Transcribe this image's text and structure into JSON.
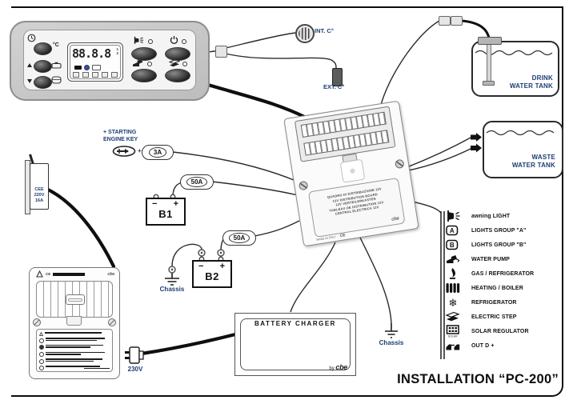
{
  "title": "INSTALLATION “PC-200”",
  "panel": {
    "display": "88.8.8",
    "sup1": "1",
    "sup2": "2",
    "temp_unit": "°C"
  },
  "sensors": {
    "internal": "INT. C°",
    "external": "EXT. C°"
  },
  "tanks": {
    "drink_line1": "DRINK",
    "drink_line2": "WATER TANK",
    "waste_line1": "WASTE",
    "waste_line2": "WATER TANK"
  },
  "engine": {
    "line1": "+ STARTING",
    "line2": "ENGINE KEY",
    "plus": "+"
  },
  "fuses": {
    "engine": "3A",
    "b1": "50A",
    "b2": "50A"
  },
  "batteries": {
    "b1": "B1",
    "b2": "B2",
    "minus": "−",
    "plus": "+"
  },
  "grounds": {
    "chassis_b2": "Chassis",
    "chassis_dist": "Chassis"
  },
  "mains": {
    "socket_line1": "CEE",
    "socket_line2": "220V",
    "socket_line3": "16A",
    "plug": "230V"
  },
  "charger": {
    "title": "BATTERY CHARGER",
    "by": "by",
    "brand": "cbe"
  },
  "dist_box": {
    "lines": [
      "QUADRO DI DISTRIBUZIONE 12V",
      "12V DISTRIBUTION BOARD",
      "12V VERTEILERKASTEN",
      "TABLEAU DE DISTRIBUTION 12V",
      "CENTRAL ELECTRICA 12V"
    ],
    "brand": "cbe",
    "made_in": "MADE IN ITALY",
    "ce": "CE"
  },
  "left_unit": {
    "brand": "cbe",
    "ce": "CE"
  },
  "legend": {
    "items": [
      {
        "icon": "awning-light-icon",
        "label": "awning LIGHT"
      },
      {
        "icon": "lights-group-a-icon",
        "label": "LIGHTS GROUP \"A\"",
        "letter": "A"
      },
      {
        "icon": "lights-group-b-icon",
        "label": "LIGHTS GROUP \"B\"",
        "letter": "B"
      },
      {
        "icon": "water-pump-icon",
        "label": "WATER PUMP"
      },
      {
        "icon": "gas-flame-icon",
        "label": "GAS / REFRIGERATOR"
      },
      {
        "icon": "radiator-icon",
        "label": "HEATING / BOILER"
      },
      {
        "icon": "snowflake-icon",
        "label": "REFRIGERATOR",
        "glyph": "❄"
      },
      {
        "icon": "electric-step-icon",
        "label": "ELECTRIC STEP"
      },
      {
        "icon": "solar-panel-icon",
        "label": "SOLAR REGULATOR",
        "icon_text": "SOLAR"
      },
      {
        "icon": "out-d-plus-icon",
        "label": "OUT D +"
      }
    ]
  },
  "colors": {
    "label_navy": "#1c3e74",
    "diagram_black": "#111111",
    "panel_grey": "#c7c7c7"
  }
}
